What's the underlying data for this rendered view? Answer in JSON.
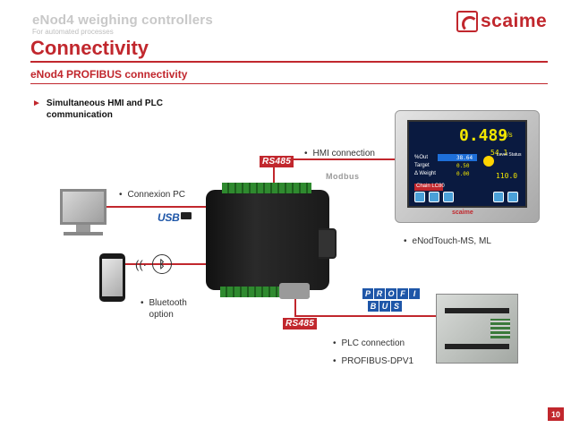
{
  "header": {
    "title": "eNod4 weighing controllers",
    "subtitle": "For automated processes",
    "page_title": "Connectivity",
    "section_title": "eNod4 PROFIBUS connectivity",
    "logo_text": "scaime"
  },
  "main_bullet": {
    "line1": "Simultaneous HMI and PLC",
    "line2": "communication"
  },
  "labels": {
    "hmi_connection": "HMI connection",
    "rs485_top": "RS485",
    "modbus": "Modbus",
    "connexion_pc": "Connexion PC",
    "usb": "USB",
    "bluetooth_line1": "Bluetooth",
    "bluetooth_line2": "option",
    "enodtouch": "eNodTouch-MS, ML",
    "rs485_bottom": "RS485",
    "plc_connection": "PLC connection",
    "profibus_dpv1": "PROFIBUS-DPV1",
    "profibus_logo_top": [
      "P",
      "R",
      "O",
      "F",
      "I"
    ],
    "profibus_logo_bottom": [
      "B",
      "U",
      "S"
    ]
  },
  "touch_screen": {
    "main_value": "0.489",
    "unit": "g/s",
    "sum_value": "54.1",
    "rows": [
      "%Out",
      "Target",
      "Δ Weight"
    ],
    "out_value": "38.64",
    "target_value": "0.50",
    "dweight_value": "0.00",
    "level_label": "Level Status",
    "level_value": "110.0",
    "chain_label": "Chain LC80",
    "brand": "scaime"
  },
  "page_number": "10",
  "colors": {
    "accent": "#c1272d",
    "usb_blue": "#1e56a8",
    "profibus_blue": "#1e56a8"
  }
}
